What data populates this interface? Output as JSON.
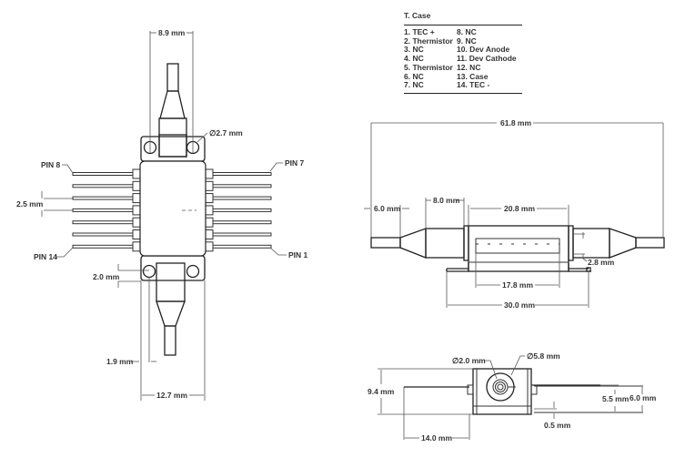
{
  "pin_table": {
    "title": "T. Case",
    "left_column": [
      "1. TEC +",
      "2. Thermistor",
      "3. NC",
      "4. NC",
      "5. Thermistor",
      "6. NC",
      "7. NC"
    ],
    "right_column": [
      "8. NC",
      "9. NC",
      "10. Dev Anode",
      "11. Dev Cathode",
      "12. NC",
      "13. Case",
      "14. TEC -"
    ]
  },
  "front_view": {
    "dim_top_width": "8.9 mm",
    "dim_hole_diameter": "∅2.7 mm",
    "pin8_label": "PIN 8",
    "pin7_label": "PIN 7",
    "pin14_label": "PIN 14",
    "pin1_label": "PIN 1",
    "dim_pin_pitch": "2.5 mm",
    "dim_hole_offset": "2.0 mm",
    "dim_edge_offset": "1.9 mm",
    "dim_total_width": "12.7 mm"
  },
  "side_view": {
    "dim_overall_length": "61.8 mm",
    "dim_fiber_tail": "6.0 mm",
    "dim_boot": "8.0 mm",
    "dim_body": "20.8 mm",
    "dim_nose": "2.8 mm",
    "dim_inner": "17.8 mm",
    "dim_flange": "30.0 mm"
  },
  "end_view": {
    "dim_inner_diameter": "∅2.0 mm",
    "dim_outer_diameter": "∅5.8 mm",
    "dim_height": "9.4 mm",
    "dim_width": "14.0 mm",
    "dim_pin_height": "5.5 mm",
    "dim_overall_height": "6.0 mm",
    "dim_standoff": "0.5 mm"
  }
}
